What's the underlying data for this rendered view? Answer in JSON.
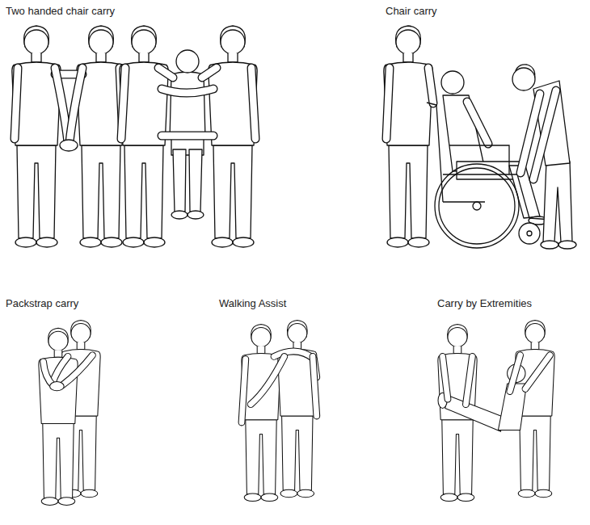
{
  "diagram": {
    "labels": [
      "Two handed chair carry",
      "Chair carry",
      "Packstrap carry",
      "Walking Assist",
      "Carry by Extremities"
    ]
  }
}
